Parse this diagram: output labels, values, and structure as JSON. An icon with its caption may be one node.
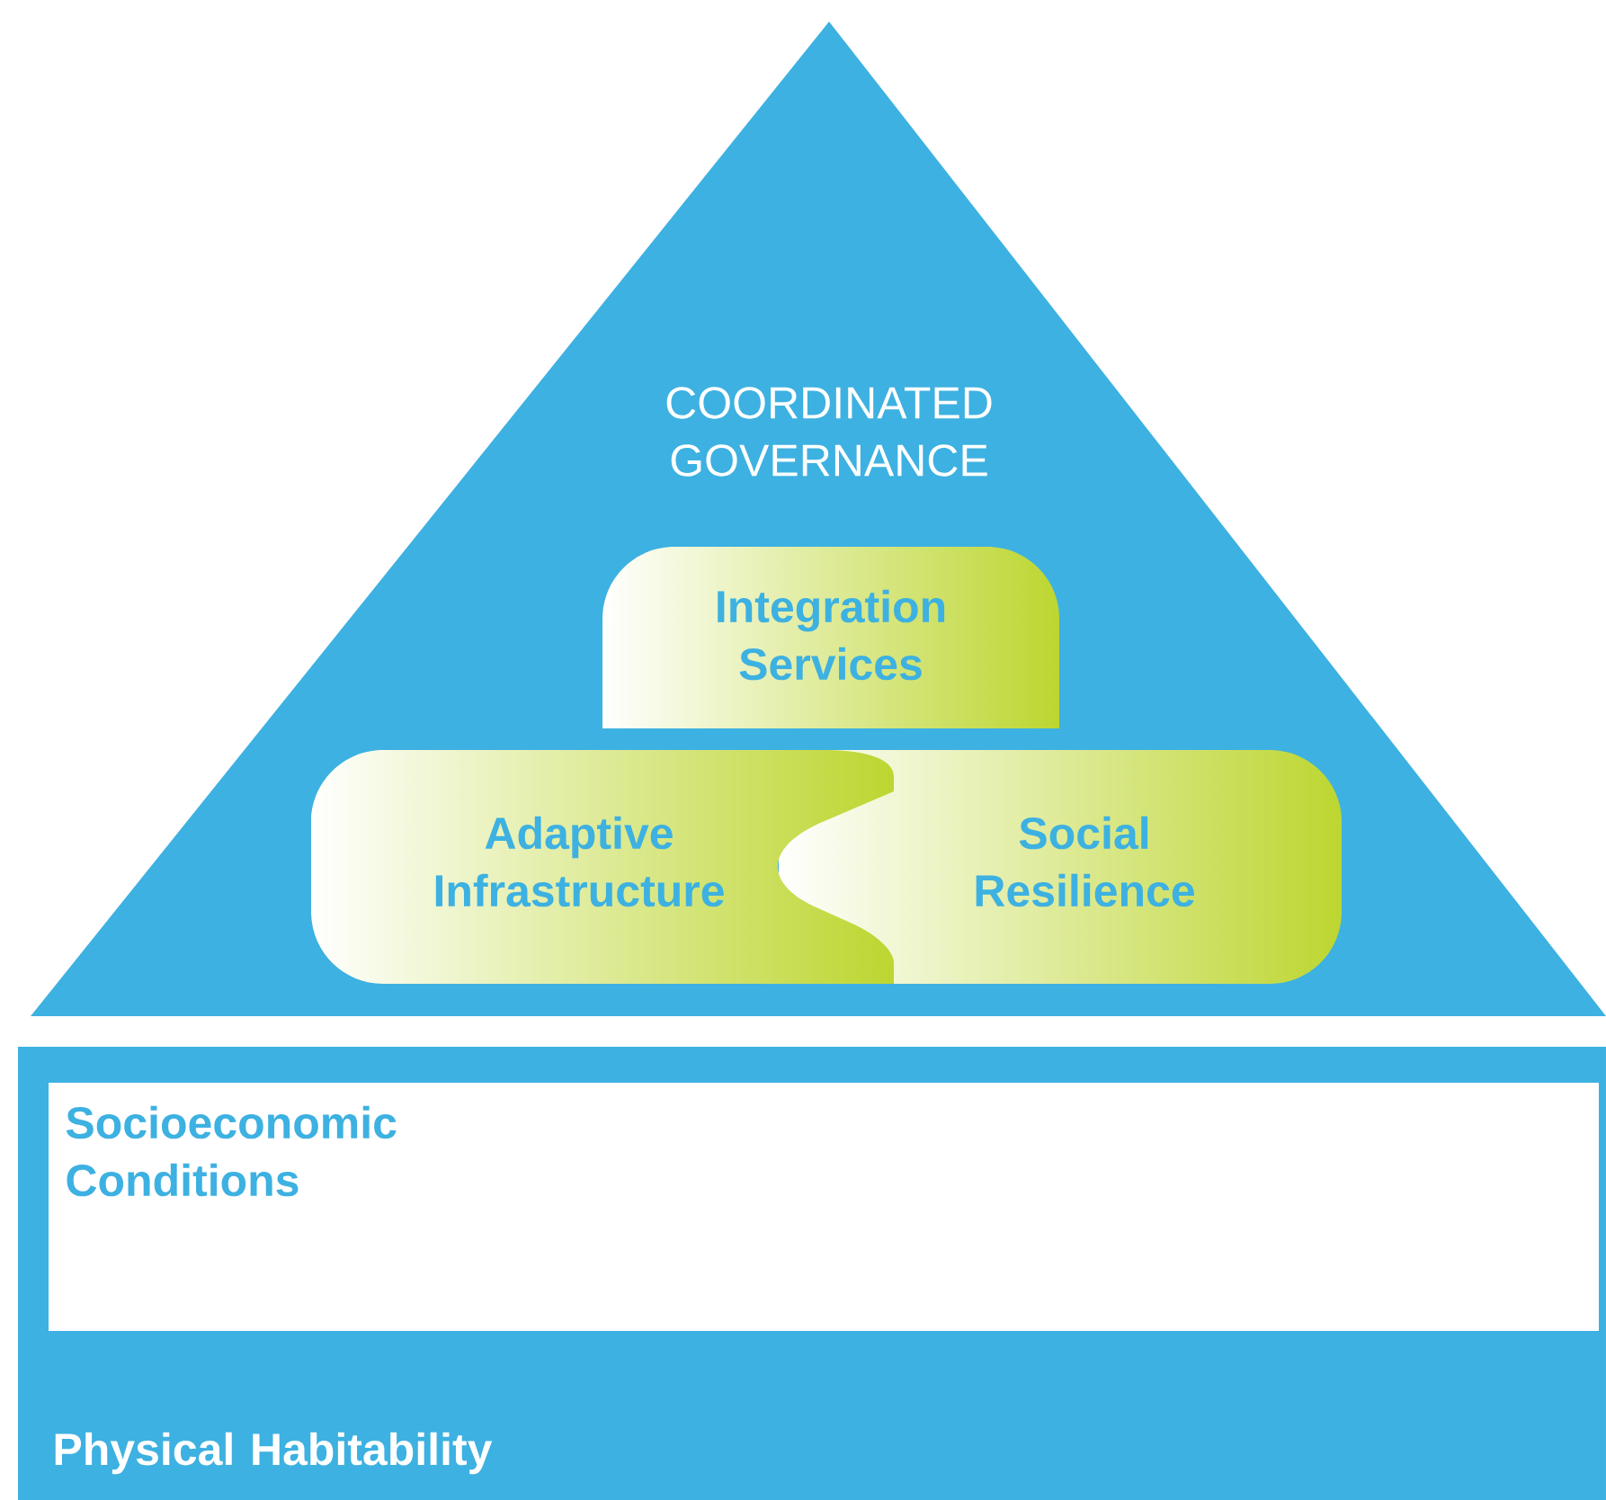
{
  "diagram": {
    "nodes": [
      {
        "text": [
          "COORDINATED GOVERNANCE"
        ]
      },
      {
        "text": [
          "Integration Services"
        ],
        "in": 0
      },
      {
        "text": [
          "Adaptive Infrastructure"
        ],
        "in": 0
      },
      {
        "text": [
          "Social Resilience"
        ],
        "in": 0
      },
      {
        "text": [
          "Physical Habitability"
        ]
      },
      {
        "text": [
          "Socioeconomic Conditions"
        ],
        "in": 4
      }
    ]
  }
}
